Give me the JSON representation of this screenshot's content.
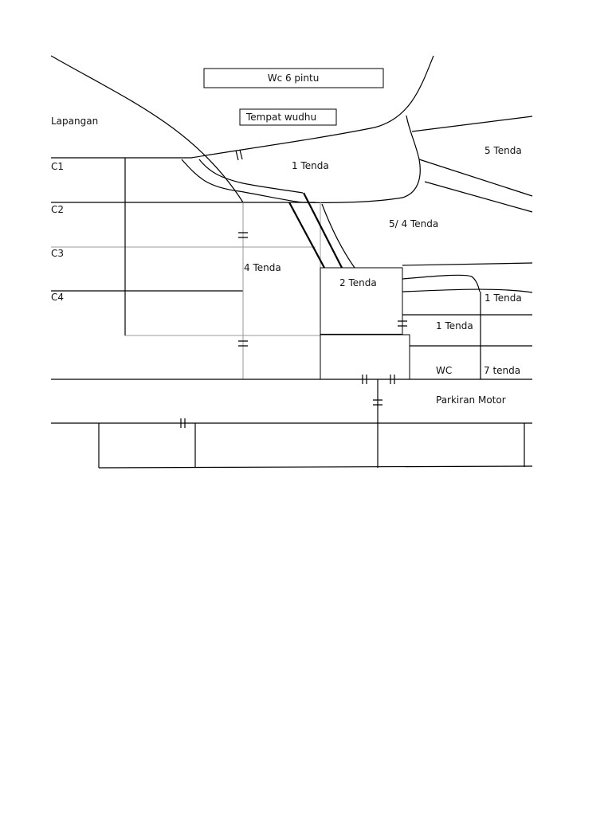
{
  "labels": {
    "wc_6_pintu": "Wc 6 pintu",
    "tempat_wudhu": "Tempat wudhu",
    "lapangan": "Lapangan",
    "c1": "C1",
    "c2": "C2",
    "c3": "C3",
    "c4": "C4",
    "tenda_1_center": "1 Tenda",
    "tenda_5": "5 Tenda",
    "tenda_5_4": "5/ 4 Tenda",
    "tenda_4": "4 Tenda",
    "tenda_2": "2 Tenda",
    "tenda_1_right": "1 Tenda",
    "tenda_1_mid": "1 Tenda",
    "wc": "WC",
    "tenda_7": "7 tenda",
    "parkiran_motor": "Parkiran Motor"
  }
}
